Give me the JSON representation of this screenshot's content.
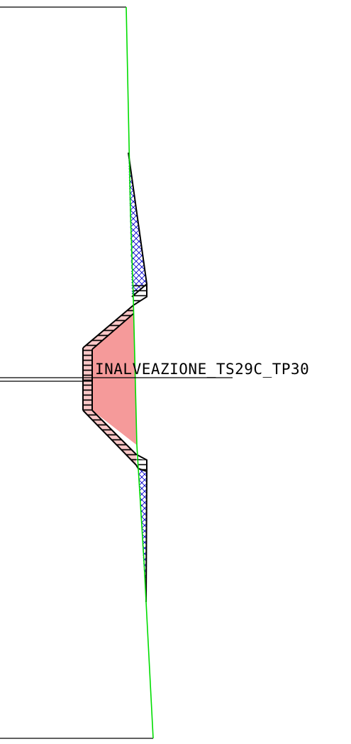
{
  "drawing": {
    "section_label": "INALVEAZIONE_TS29C_TP30"
  },
  "colors": {
    "background": "#ffffff",
    "outline": "#000000",
    "terrain_line": "#00dd00",
    "crosshatch_fill": "#0000cc",
    "excavation_fill": "#f59a9a",
    "revetment_hatch": "#000000"
  },
  "icons": {
    "crosshatch": "blue-crosshatch-pattern",
    "hatch": "horizontal-hatch-pattern"
  }
}
